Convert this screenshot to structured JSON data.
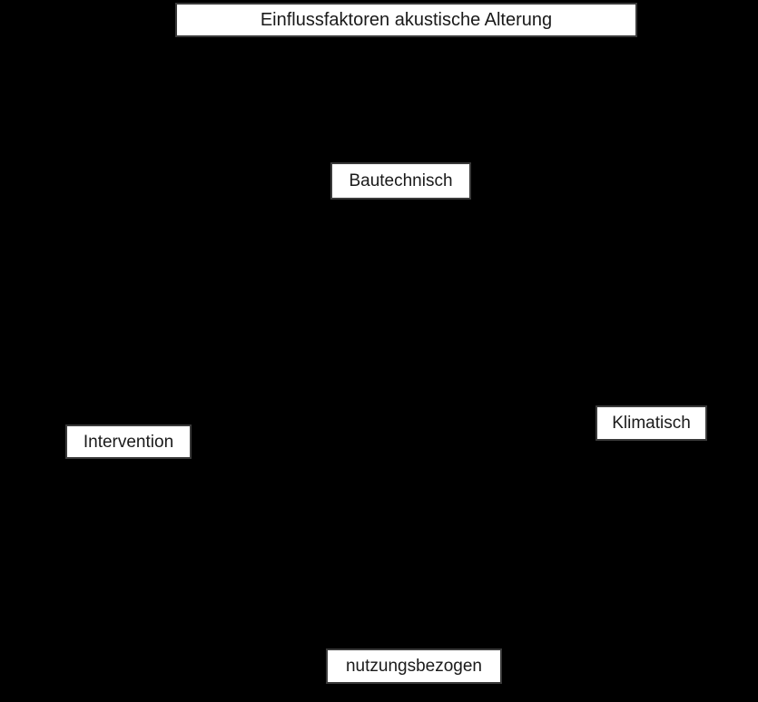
{
  "diagram": {
    "title": "Einflussfaktoren akustische Alterung",
    "nodes": {
      "top": {
        "label": "Bautechnisch"
      },
      "right": {
        "label": "Klimatisch"
      },
      "left": {
        "label": "Intervention"
      },
      "bottom": {
        "label": "nutzungsbezogen"
      }
    },
    "colors": {
      "background": "#000000",
      "box_fill": "#ffffff",
      "box_border": "#3a3a3a",
      "text": "#1a1a1a"
    }
  }
}
